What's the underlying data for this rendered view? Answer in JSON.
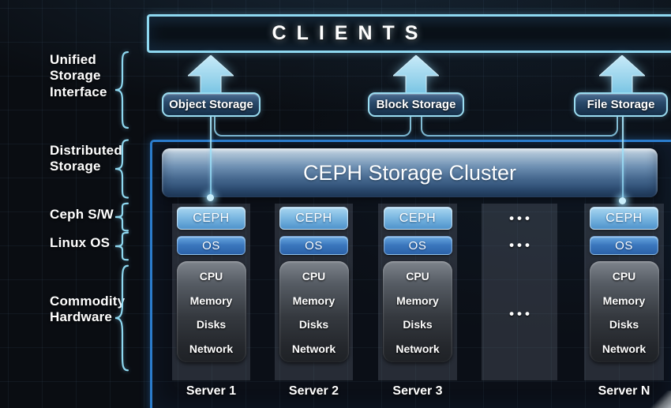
{
  "colors": {
    "background": "#0a0d12",
    "accent_cyan": "#8ed8f0",
    "frame_blue": "#2b7ccc",
    "banner_blue": "#46688e",
    "ceph_blue": "#6fb0de",
    "os_blue": "#3a76bc",
    "panel_gray": "#3e454e",
    "text_white": "#ffffff"
  },
  "side": {
    "labels": [
      {
        "text": "Unified\nStorage\nInterface"
      },
      {
        "text": "Distributed\nStorage"
      },
      {
        "text": "Ceph S/W"
      },
      {
        "text": "Linux OS"
      },
      {
        "text": "Commodity\nHardware"
      }
    ]
  },
  "clients": {
    "title": "CLIENTS"
  },
  "interfaces": [
    {
      "label": "Object Storage"
    },
    {
      "label": "Block Storage"
    },
    {
      "label": "File Storage"
    }
  ],
  "cluster": {
    "title": "CEPH Storage Cluster"
  },
  "servers": [
    {
      "name": "Server 1",
      "sw": "CEPH",
      "os": "OS",
      "hw": [
        "CPU",
        "Memory",
        "Disks",
        "Network"
      ]
    },
    {
      "name": "Server 2",
      "sw": "CEPH",
      "os": "OS",
      "hw": [
        "CPU",
        "Memory",
        "Disks",
        "Network"
      ]
    },
    {
      "name": "Server 3",
      "sw": "CEPH",
      "os": "OS",
      "hw": [
        "CPU",
        "Memory",
        "Disks",
        "Network"
      ]
    },
    {
      "name": "Server N",
      "sw": "CEPH",
      "os": "OS",
      "hw": [
        "CPU",
        "Memory",
        "Disks",
        "Network"
      ]
    }
  ],
  "ellipsis": "•••"
}
